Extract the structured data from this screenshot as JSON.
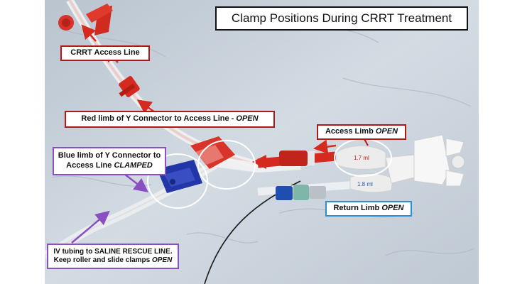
{
  "title": "Clamp Positions During CRRT Treatment",
  "labels": {
    "access_line": "CRRT Access Line",
    "red_limb_text": "Red limb of Y Connector to Access Line - ",
    "red_limb_state": "OPEN",
    "access_limb_text": "Access Limb ",
    "access_limb_state": "OPEN",
    "blue_limb_line1": "Blue limb of Y Connector  to",
    "blue_limb_line2_text": "Access Line ",
    "blue_limb_state": "CLAMPED",
    "return_limb_text": "Return Limb ",
    "return_limb_state": "OPEN",
    "iv_line1": "IV tubing to SALINE RESCUE LINE.",
    "iv_line2_text": "Keep roller and slide clamps ",
    "iv_state": "OPEN"
  },
  "catheter_marks": {
    "access_hub_text": "1.7 ml",
    "return_hub_text": "1.8 ml"
  },
  "colors": {
    "access_red": "#d42a20",
    "clamp_blue": "#2336a8",
    "callout_red": "#b01818",
    "callout_purple": "#8a4fc0",
    "callout_blue": "#2a8fd8",
    "drape": "#c9d3dd"
  }
}
